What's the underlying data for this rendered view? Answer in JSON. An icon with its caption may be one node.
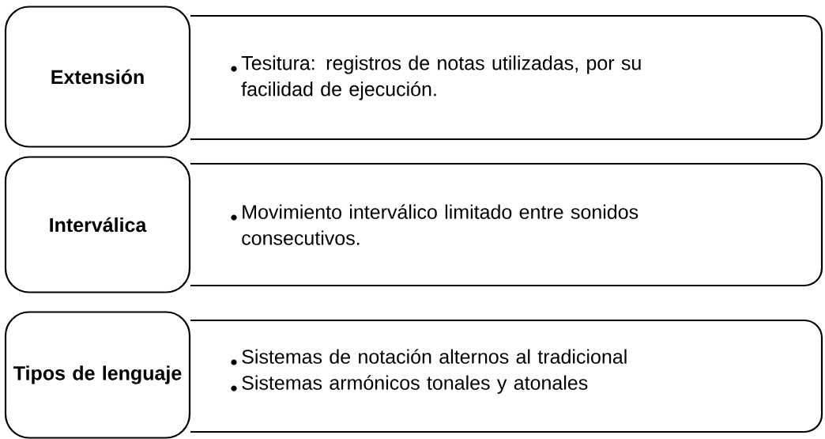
{
  "diagram": {
    "nodes": [
      {
        "text": [
          "Extensión"
        ]
      },
      {
        "text": [
          "Tesitura: registros de notas utilizadas, por su facilidad de ejecución."
        ]
      },
      {
        "text": [
          "Interválica"
        ]
      },
      {
        "text": [
          "Movimiento interválico limitado entre sonidos consecutivos."
        ]
      },
      {
        "text": [
          "Tipos de lenguaje"
        ]
      },
      {
        "text": [
          "Sistemas de notación alternos al tradicional",
          "Sistemas armónicos tonales y atonales"
        ]
      }
    ]
  }
}
